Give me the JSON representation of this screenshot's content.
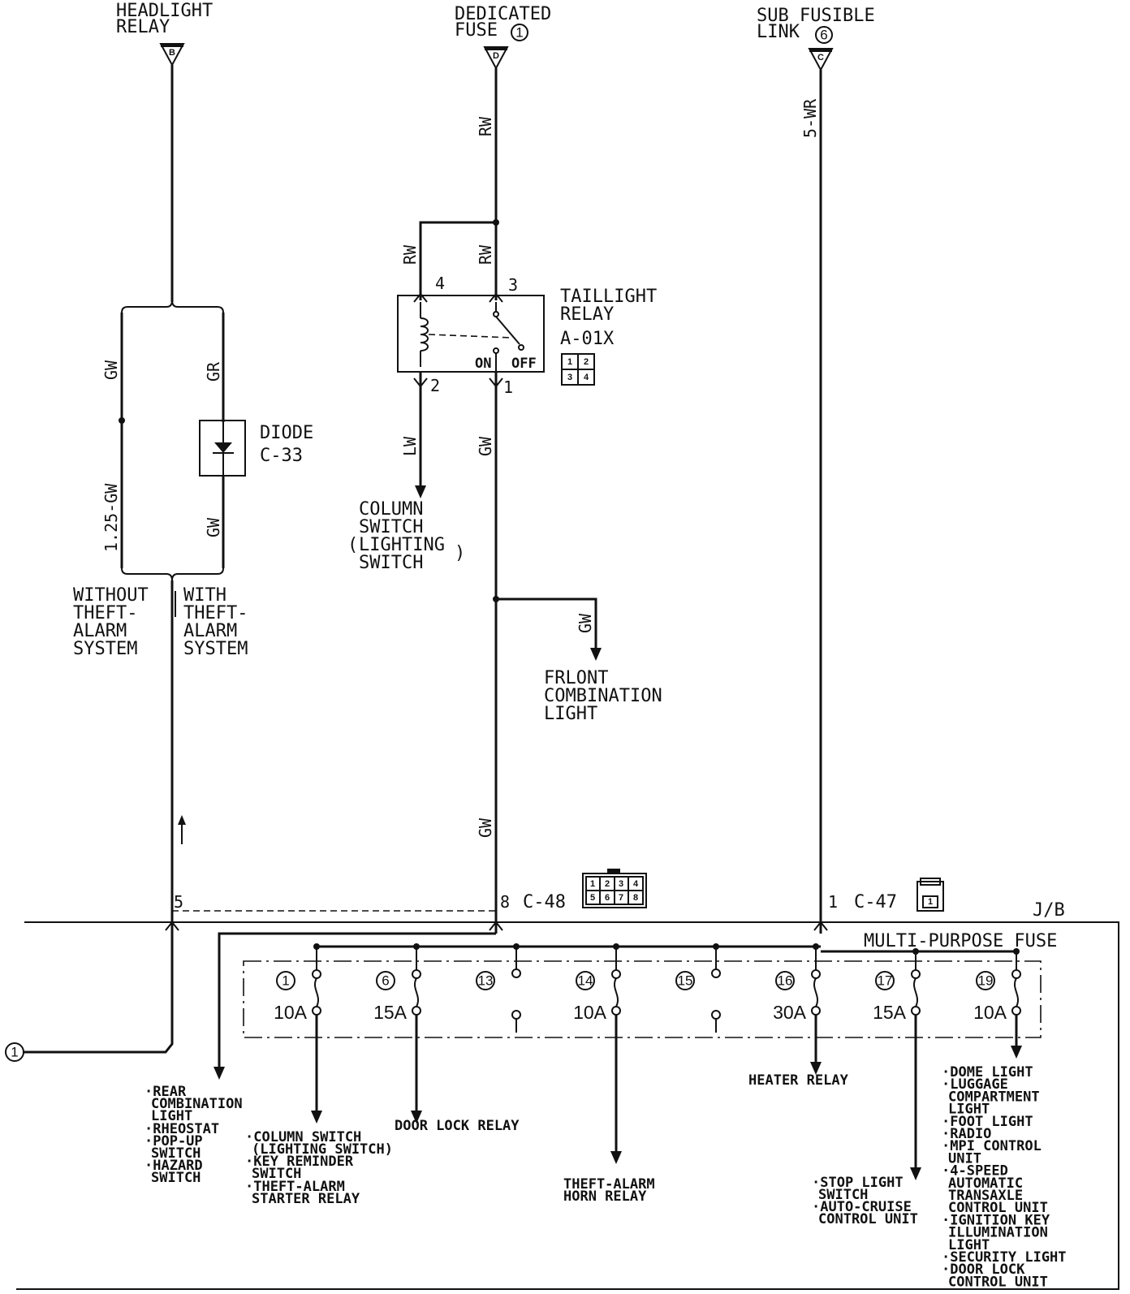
{
  "sources": {
    "headlight_relay": {
      "line1": "HEADLIGHT",
      "line2": "RELAY",
      "connector": "B"
    },
    "dedicated_fuse": {
      "line1": "DEDICATED",
      "line2": "FUSE",
      "number": "1",
      "connector": "D"
    },
    "sub_fusible_link": {
      "line1": "SUB FUSIBLE",
      "line2": "LINK",
      "number": "6",
      "connector": "C"
    }
  },
  "wires": {
    "rw_top": "RW",
    "rw_left": "RW",
    "rw_right": "RW",
    "wr_5": "5-WR",
    "gw_left": "GW",
    "gr": "GR",
    "gw_125": "1.25-GW",
    "gw_diode": "GW",
    "lw": "LW",
    "gw_relay": "GW",
    "gw_front": "GW",
    "gw_low": "GW"
  },
  "taillight_relay": {
    "line1": "TAILLIGHT",
    "line2": "RELAY",
    "code": "A-01X",
    "on": "ON",
    "off": "OFF",
    "pins": [
      "4",
      "3",
      "2",
      "1"
    ],
    "connector_pins": [
      "1",
      "2",
      "3",
      "4"
    ]
  },
  "diode": {
    "name": "DIODE",
    "code": "C-33"
  },
  "column_switch": {
    "line1": "COLUMN",
    "line2": "SWITCH",
    "line3": "LIGHTING",
    "line4": "SWITCH"
  },
  "front_combination_light": {
    "line1": "FRLONT",
    "line2": "COMBINATION",
    "line3": "LIGHT"
  },
  "variants": {
    "without": [
      "WITHOUT",
      "THEFT-",
      "ALARM",
      "SYSTEM"
    ],
    "with": [
      "WITH",
      "THEFT-",
      "ALARM",
      "SYSTEM"
    ]
  },
  "connectors": {
    "c48": {
      "pin5": "5",
      "pin8": "8",
      "code": "C-48",
      "pins": [
        "1",
        "2",
        "3",
        "4",
        "5",
        "6",
        "7",
        "8"
      ]
    },
    "c47": {
      "pin1": "1",
      "code": "C-47",
      "pins": [
        "1"
      ]
    },
    "jb": "J/B",
    "ref": "1"
  },
  "fuse_box": {
    "title": "MULTI-PURPOSE FUSE",
    "fuses": [
      {
        "num": "1",
        "amp": "10A"
      },
      {
        "num": "6",
        "amp": "15A"
      },
      {
        "num": "13",
        "amp": ""
      },
      {
        "num": "14",
        "amp": "10A"
      },
      {
        "num": "15",
        "amp": ""
      },
      {
        "num": "16",
        "amp": "30A"
      },
      {
        "num": "17",
        "amp": "15A"
      },
      {
        "num": "19",
        "amp": "10A"
      }
    ]
  },
  "loads": {
    "rear": [
      "·REAR",
      "COMBINATION",
      "LIGHT",
      "·RHEOSTAT",
      "·POP-UP",
      "SWITCH",
      "·HAZARD",
      "SWITCH"
    ],
    "column": [
      "·COLUMN SWITCH",
      "(LIGHTING SWITCH)",
      "·KEY REMINDER",
      "SWITCH",
      "·THEFT-ALARM",
      "STARTER RELAY"
    ],
    "door_lock": "DOOR LOCK RELAY",
    "theft_horn": [
      "THEFT-ALARM",
      "HORN RELAY"
    ],
    "heater": "HEATER RELAY",
    "stop": [
      "·STOP LIGHT",
      "SWITCH",
      "·AUTO-CRUISE",
      "CONTROL UNIT"
    ],
    "dome": [
      "·DOME LIGHT",
      "·LUGGAGE",
      "COMPARTMENT",
      "LIGHT",
      "·FOOT LIGHT",
      "·RADIO",
      "·MPI CONTROL",
      "UNIT",
      "·4-SPEED",
      "AUTOMATIC",
      "TRANSAXLE",
      "CONTROL UNIT",
      "·IGNITION KEY",
      "ILLUMINATION",
      "LIGHT",
      "·SECURITY LIGHT",
      "·DOOR LOCK",
      "CONTROL UNIT"
    ]
  }
}
